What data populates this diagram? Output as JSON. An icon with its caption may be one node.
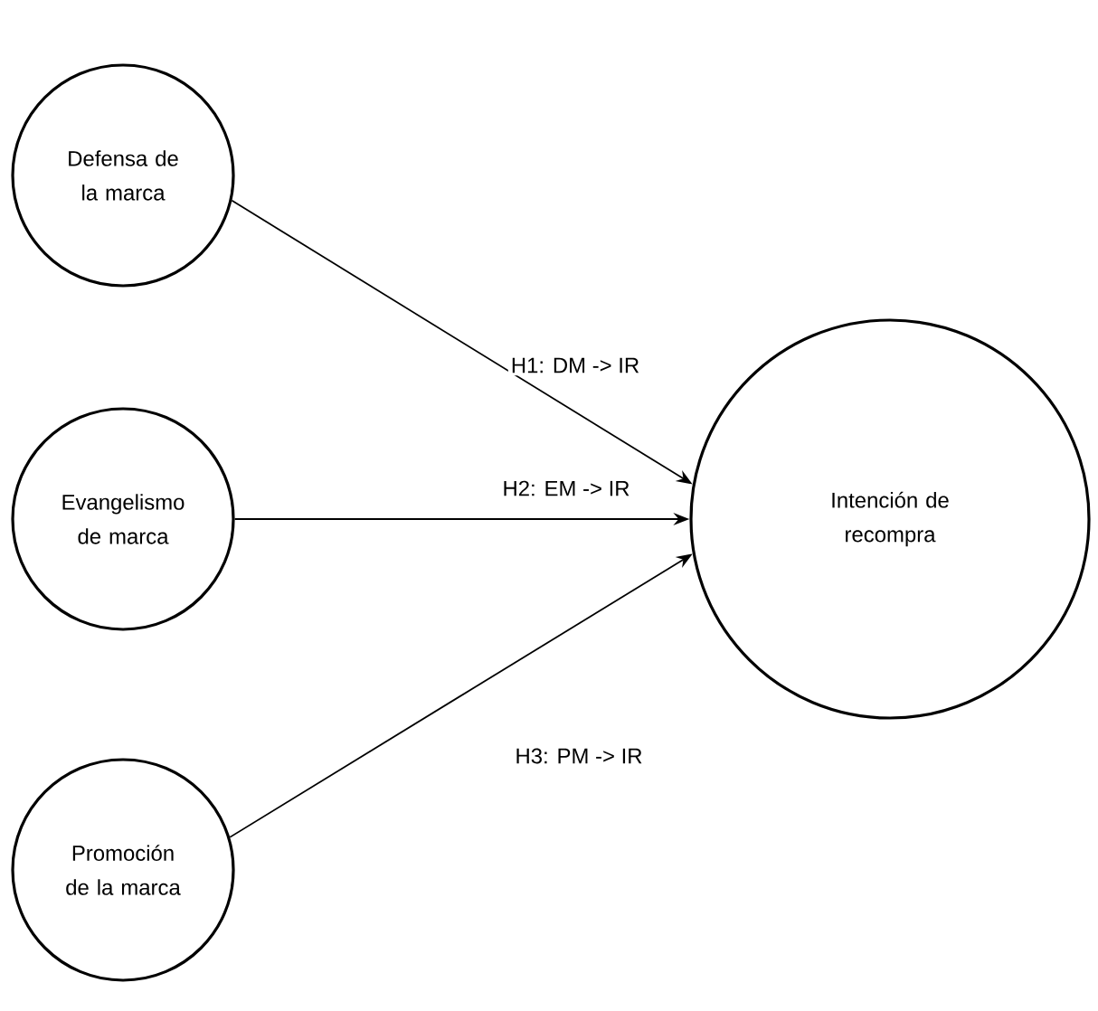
{
  "diagram": {
    "nodes": [
      {
        "text": [
          "Defensa de la marca"
        ]
      },
      {
        "text": [
          "Evangelismo de marca"
        ]
      },
      {
        "text": [
          "Promoción de la marca"
        ]
      },
      {
        "text": [
          "Intención de recompra"
        ]
      }
    ],
    "edges": [
      {
        "from": 0,
        "to": 3,
        "arrow": "to",
        "label": "H1: DM -> IR"
      },
      {
        "from": 1,
        "to": 3,
        "arrow": "to",
        "label": "H2: EM -> IR"
      },
      {
        "from": 2,
        "to": 3,
        "arrow": "to",
        "label": "H3: PM -> IR"
      }
    ]
  }
}
